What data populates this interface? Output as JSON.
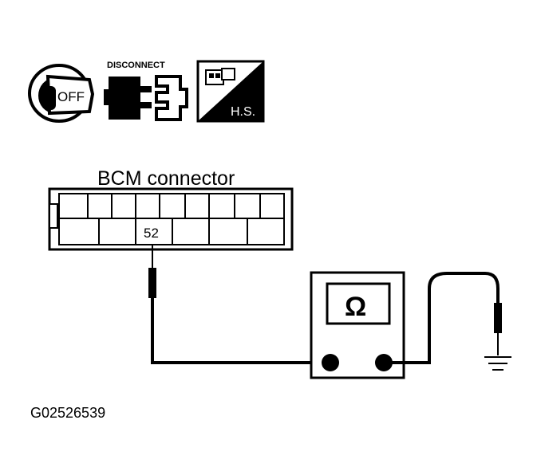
{
  "icons": {
    "ignition_label": "OFF",
    "disconnect_label": "DISCONNECT",
    "hs_label": "H.S."
  },
  "connector": {
    "title": "BCM connector",
    "pin_label": "52"
  },
  "meter": {
    "symbol": "Ω"
  },
  "figure_id": "G02526539"
}
